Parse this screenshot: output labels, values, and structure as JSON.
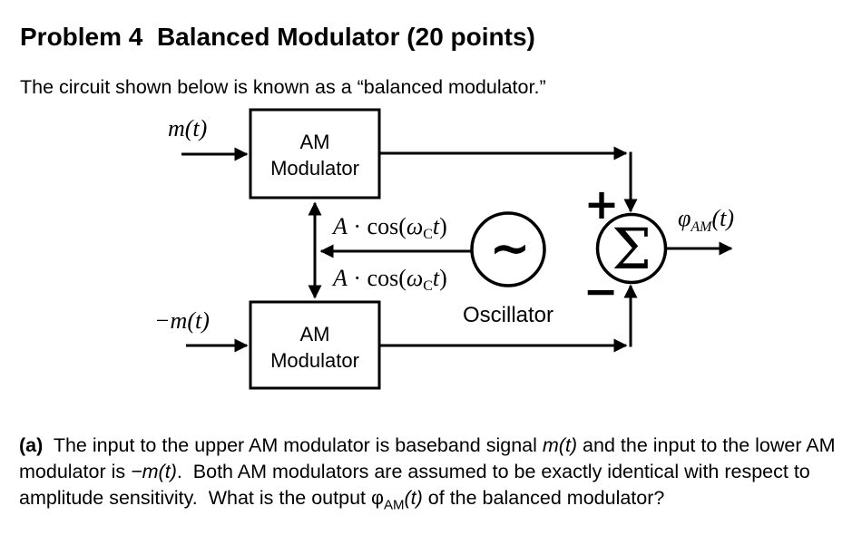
{
  "title": {
    "bold": "Problem 4  Balanced Modulator",
    "points": " (20 points)"
  },
  "intro": "The circuit shown below is known as a “balanced modulator.”",
  "diagram": {
    "upper_input_label": "m(t)",
    "lower_input_label": "−m(t)",
    "modulator_line1": "AM",
    "modulator_line2": "Modulator",
    "carrier": {
      "A": "A",
      "op": " · cos(",
      "omega": "ω",
      "sub": "C",
      "t": "t",
      "close": ")"
    },
    "oscillator": {
      "symbol": "∼",
      "label": "Oscillator"
    },
    "summer": {
      "symbol": "Σ",
      "plus": "+",
      "minus": "−"
    },
    "output": {
      "phi": "φ",
      "sub": "AM",
      "rest": "(t)"
    }
  },
  "part_a": {
    "label": "(a)",
    "s1": "  The input to the upper AM modulator is baseband signal ",
    "m1": "m(t)",
    "s2": " and the input to the lower AM modulator is ",
    "m2": "−m(t)",
    "s3": ".  Both AM modulators are assumed to be exactly identical with respect to amplitude sensitivity.  What is the output ",
    "phi": "φ",
    "phi_sub": "AM",
    "phi_rest": "(t)",
    "s4": " of the balanced modulator?"
  },
  "colors": {
    "ink": "#000000",
    "background": "#ffffff"
  }
}
